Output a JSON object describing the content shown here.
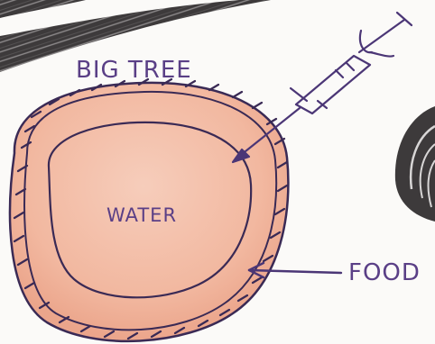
{
  "diagram": {
    "title": "BIG TREE",
    "inner_label": "WATER",
    "pointer_label": "FOOD"
  },
  "colors": {
    "background": "#fbfaf8",
    "ink": "#4b3676",
    "label_ink": "#5a3f86",
    "wood_fill": "#f2b8a0",
    "wood_fill_light": "#f6cdbb",
    "bark_hatch": "#3a2a55",
    "dark_scribble": "#3d3a3b"
  },
  "icons": {
    "syringe": "syringe-icon"
  }
}
